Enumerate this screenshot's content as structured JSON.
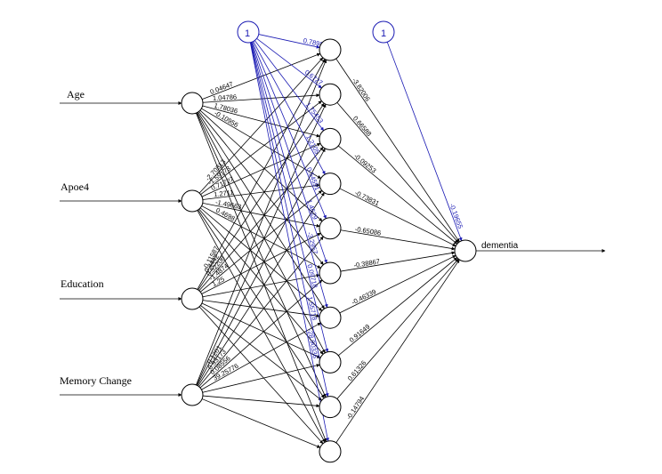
{
  "colors": {
    "edge": "#000000",
    "bias": "#1a1ab3",
    "background": "#ffffff"
  },
  "bias_label": "1",
  "inputs": [
    {
      "name": "Age",
      "weights": [
        "0.04647",
        "1.04786",
        "1.78036",
        "-0.10956",
        "",
        "",
        "",
        "",
        "",
        ""
      ]
    },
    {
      "name": "Apoe4",
      "weights": [
        "-2.70813",
        "-1.59173",
        "0.71727",
        "1.2711",
        "-1.49663",
        "0.4698",
        "",
        "",
        "",
        ""
      ]
    },
    {
      "name": "Education",
      "weights": [
        "-0.11587",
        "0.4442",
        "0.52206",
        "-1.4874",
        "1.25",
        "",
        "",
        "",
        "",
        ""
      ]
    },
    {
      "name": "Memory Change",
      "weights": [
        "",
        "",
        "",
        "-0.1201",
        "0.93173",
        "0.08556",
        "39.25776",
        "",
        "",
        ""
      ]
    }
  ],
  "hidden_bias_weights": [
    "0.78985",
    "0.6727",
    "1.75453",
    "1.2105",
    "0.54591",
    "1.4629",
    "-3.2957",
    "0.09718",
    "1.55718",
    "-28.90336"
  ],
  "hidden_output_weights": [
    "-3.82006",
    "0.66588",
    "-0.09253",
    "-0.73831",
    "-0.65086",
    "-0.38867",
    "-0.46339",
    "0.91649",
    "0.61326",
    "-0.14794"
  ],
  "output": {
    "name": "dementia",
    "bias_weight": "-0.19655"
  }
}
